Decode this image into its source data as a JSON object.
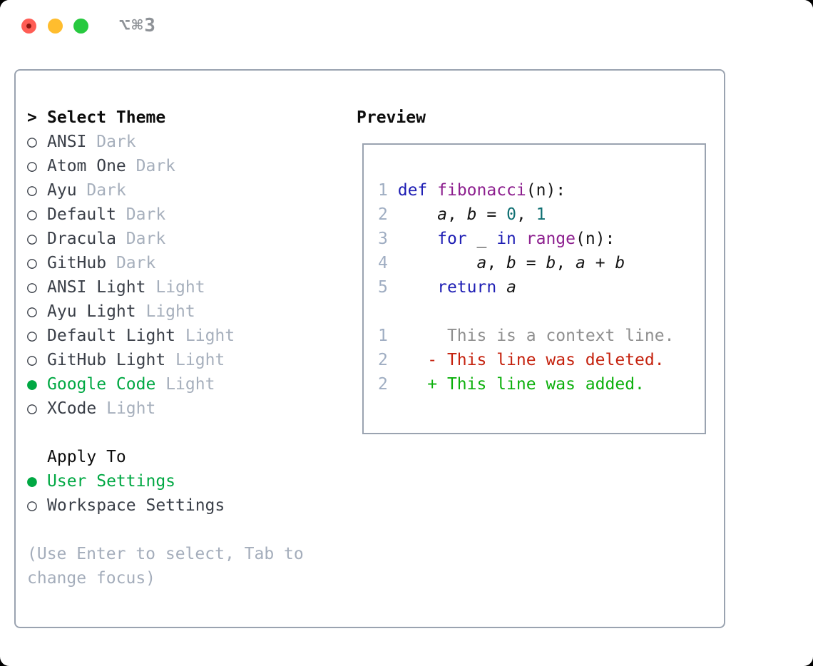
{
  "window": {
    "title_shortcut": "⌥⌘3"
  },
  "markers": {
    "unselected": "○",
    "selected": "●"
  },
  "colors": {
    "selection_green": "#00a843",
    "keyword_blue": "#1e1eb4",
    "function_purple": "#8c1e8e",
    "number_teal": "#0e6f72",
    "diff_deleted_red": "#c5220e",
    "diff_added_green": "#0cb00c",
    "muted_gray": "#a6afbc",
    "traffic_red": "#ff5d55",
    "traffic_yellow": "#ffbd2e",
    "traffic_green": "#27c93f"
  },
  "theme_panel": {
    "header_prefix": ">",
    "header": "Select Theme",
    "themes": [
      {
        "name": "ANSI",
        "variant": "Dark",
        "selected": false
      },
      {
        "name": "Atom One",
        "variant": "Dark",
        "selected": false
      },
      {
        "name": "Ayu",
        "variant": "Dark",
        "selected": false
      },
      {
        "name": "Default",
        "variant": "Dark",
        "selected": false
      },
      {
        "name": "Dracula",
        "variant": "Dark",
        "selected": false
      },
      {
        "name": "GitHub",
        "variant": "Dark",
        "selected": false
      },
      {
        "name": "ANSI Light",
        "variant": "Light",
        "selected": false
      },
      {
        "name": "Ayu Light",
        "variant": "Light",
        "selected": false
      },
      {
        "name": "Default Light",
        "variant": "Light",
        "selected": false
      },
      {
        "name": "GitHub Light",
        "variant": "Light",
        "selected": false
      },
      {
        "name": "Google Code",
        "variant": "Light",
        "selected": true
      },
      {
        "name": "XCode",
        "variant": "Light",
        "selected": false
      }
    ],
    "apply_to": {
      "label": "Apply To",
      "options": [
        {
          "name": "User Settings",
          "selected": true
        },
        {
          "name": "Workspace Settings",
          "selected": false
        }
      ]
    },
    "hint": "(Use Enter to select, Tab to change focus)"
  },
  "preview": {
    "title": "Preview",
    "lines": [
      {
        "kind": "code",
        "tokens": [
          [
            "1",
            "ln"
          ],
          [
            " ",
            "pl"
          ],
          [
            "def",
            "kw"
          ],
          [
            " ",
            "pl"
          ],
          [
            "fibonacci",
            "ti"
          ],
          [
            "(n):",
            "pl"
          ]
        ]
      },
      {
        "kind": "code",
        "tokens": [
          [
            "2",
            "ln"
          ],
          [
            "     ",
            "pl"
          ],
          [
            "a",
            "va"
          ],
          [
            ", ",
            "pl"
          ],
          [
            "b",
            "va"
          ],
          [
            " = ",
            "pl"
          ],
          [
            "0",
            "nu"
          ],
          [
            ", ",
            "pl"
          ],
          [
            "1",
            "nu"
          ]
        ]
      },
      {
        "kind": "code",
        "tokens": [
          [
            "3",
            "ln"
          ],
          [
            "     ",
            "pl"
          ],
          [
            "for",
            "kw"
          ],
          [
            " _ ",
            "pl"
          ],
          [
            "in",
            "kw"
          ],
          [
            " ",
            "pl"
          ],
          [
            "range",
            "ti"
          ],
          [
            "(n):",
            "pl"
          ]
        ]
      },
      {
        "kind": "code",
        "tokens": [
          [
            "4",
            "ln"
          ],
          [
            "         ",
            "pl"
          ],
          [
            "a",
            "va"
          ],
          [
            ", ",
            "pl"
          ],
          [
            "b",
            "va"
          ],
          [
            " = ",
            "pl"
          ],
          [
            "b",
            "va"
          ],
          [
            ", ",
            "pl"
          ],
          [
            "a",
            "va"
          ],
          [
            " + ",
            "pl"
          ],
          [
            "b",
            "va"
          ]
        ]
      },
      {
        "kind": "code",
        "tokens": [
          [
            "5",
            "ln"
          ],
          [
            "     ",
            "pl"
          ],
          [
            "return",
            "kw"
          ],
          [
            " ",
            "pl"
          ],
          [
            "a",
            "va"
          ]
        ]
      },
      {
        "kind": "blank",
        "tokens": []
      },
      {
        "kind": "diff-context",
        "tokens": [
          [
            "1",
            "ln"
          ],
          [
            "      ",
            "pl"
          ],
          [
            "This is a context line.",
            "ctx"
          ]
        ]
      },
      {
        "kind": "diff-deleted",
        "tokens": [
          [
            "2",
            "ln"
          ],
          [
            "    ",
            "pl"
          ],
          [
            "- This line was deleted.",
            "del"
          ]
        ]
      },
      {
        "kind": "diff-added",
        "tokens": [
          [
            "2",
            "ln"
          ],
          [
            "    ",
            "pl"
          ],
          [
            "+ This line was added.",
            "add"
          ]
        ]
      }
    ]
  }
}
